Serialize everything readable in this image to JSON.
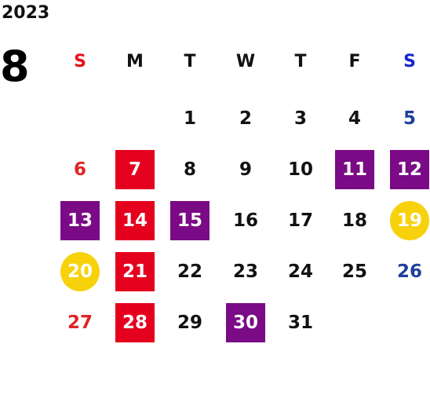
{
  "calendar": {
    "year": "2023",
    "month": "8",
    "weekdays": [
      "S",
      "M",
      "T",
      "W",
      "T",
      "F",
      "S"
    ],
    "colors": {
      "red": "#e5001e",
      "purple": "#7a0a86",
      "yellow": "#f7d20b",
      "sunday": "#e02424",
      "saturday": "#1f3f9c"
    },
    "days": [
      {
        "day": "1",
        "marker": "none"
      },
      {
        "day": "2",
        "marker": "none"
      },
      {
        "day": "3",
        "marker": "none"
      },
      {
        "day": "4",
        "marker": "none"
      },
      {
        "day": "5",
        "marker": "none"
      },
      {
        "day": "6",
        "marker": "none"
      },
      {
        "day": "7",
        "marker": "red"
      },
      {
        "day": "8",
        "marker": "none"
      },
      {
        "day": "9",
        "marker": "none"
      },
      {
        "day": "10",
        "marker": "none"
      },
      {
        "day": "11",
        "marker": "purple"
      },
      {
        "day": "12",
        "marker": "purple"
      },
      {
        "day": "13",
        "marker": "purple"
      },
      {
        "day": "14",
        "marker": "red"
      },
      {
        "day": "15",
        "marker": "purple"
      },
      {
        "day": "16",
        "marker": "none"
      },
      {
        "day": "17",
        "marker": "none"
      },
      {
        "day": "18",
        "marker": "none"
      },
      {
        "day": "19",
        "marker": "yellow"
      },
      {
        "day": "20",
        "marker": "yellow"
      },
      {
        "day": "21",
        "marker": "red"
      },
      {
        "day": "22",
        "marker": "none"
      },
      {
        "day": "23",
        "marker": "none"
      },
      {
        "day": "24",
        "marker": "none"
      },
      {
        "day": "25",
        "marker": "none"
      },
      {
        "day": "26",
        "marker": "none"
      },
      {
        "day": "27",
        "marker": "none"
      },
      {
        "day": "28",
        "marker": "red"
      },
      {
        "day": "29",
        "marker": "none"
      },
      {
        "day": "30",
        "marker": "purple"
      },
      {
        "day": "31",
        "marker": "none"
      }
    ]
  }
}
